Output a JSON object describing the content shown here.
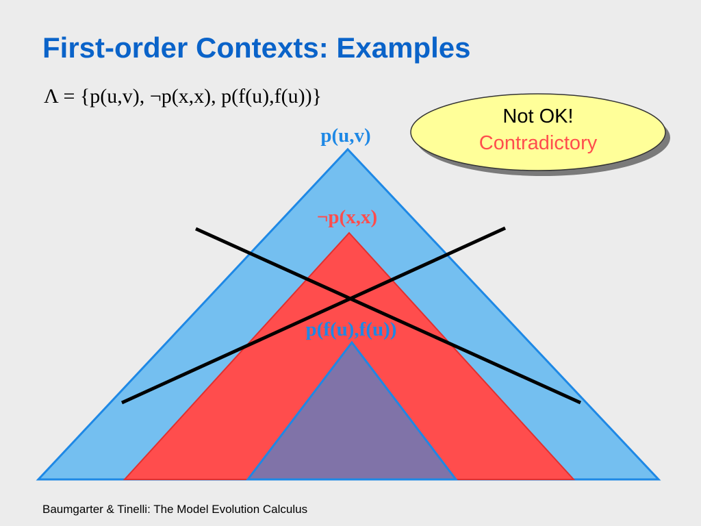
{
  "slide": {
    "title": "First-order Contexts: Examples",
    "formula": "Λ = {p(u,v), ¬p(x,x), p(f(u),f(u))}",
    "footer": "Baumgarter & Tinelli: The Model Evolution Calculus"
  },
  "diagram": {
    "outer_label": "p(u,v)",
    "middle_label": "¬p(x,x)",
    "inner_label": "p(f(u),f(u))"
  },
  "callout": {
    "line1": "Not OK!",
    "line2": "Contradictory"
  },
  "colors": {
    "title": "#0a63c9",
    "outer_fill": "#74bff0",
    "outer_stroke": "#1e88e5",
    "middle_fill": "#ff4d4d",
    "middle_stroke": "#e03030",
    "inner_fill": "#8073a8",
    "inner_stroke": "#1e88e5",
    "callout_fill": "#ffff99",
    "cross": "#000000"
  }
}
